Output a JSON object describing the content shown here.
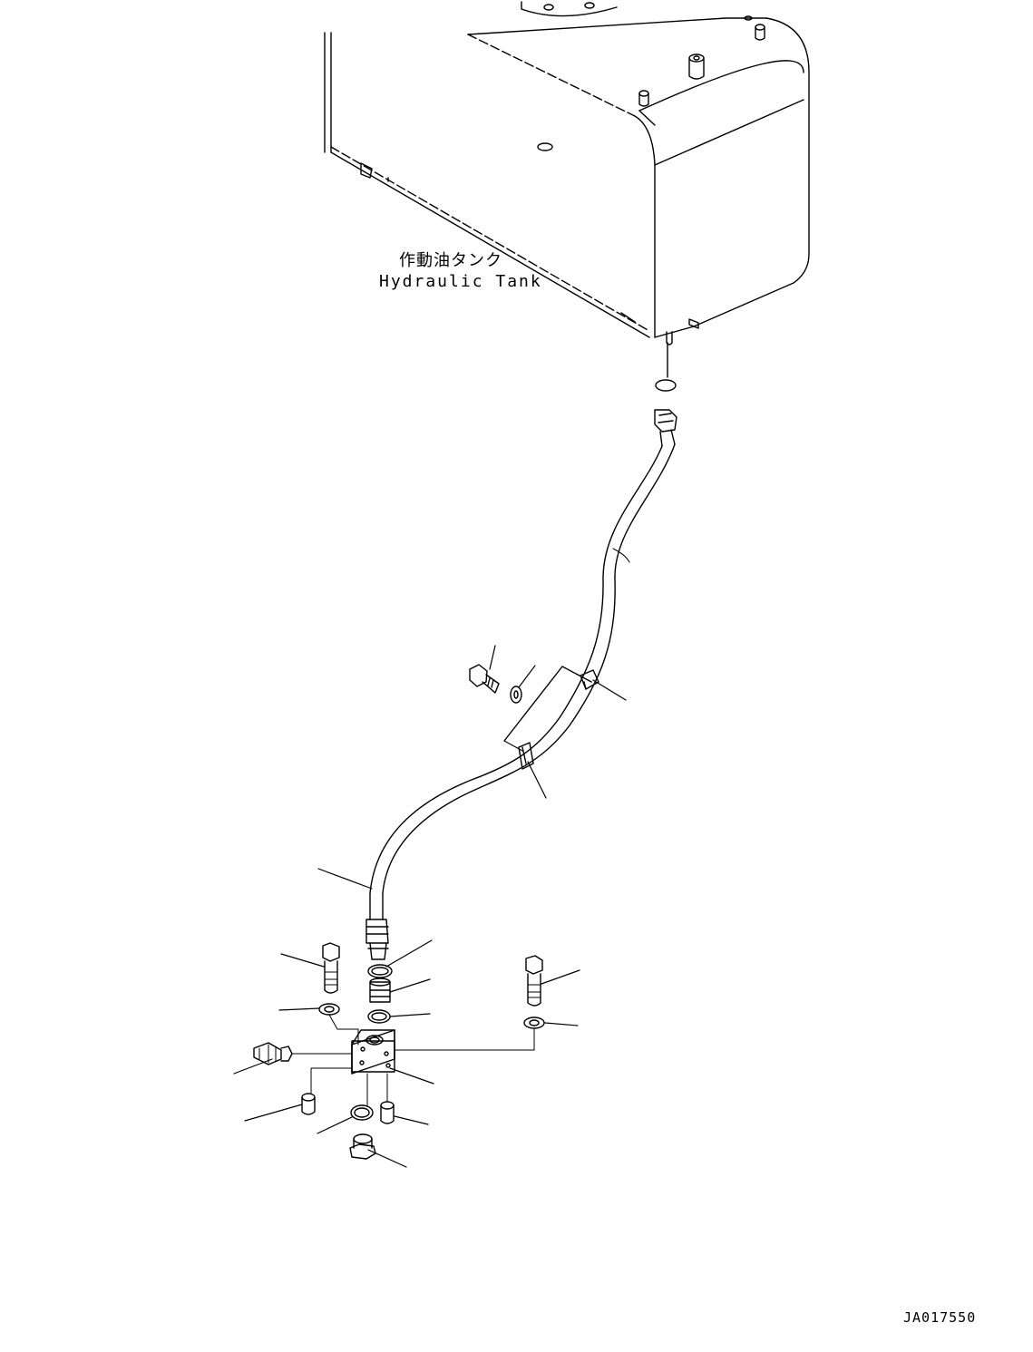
{
  "labels": {
    "tank_jp": "作動油タンク",
    "tank_en": "Hydraulic Tank",
    "drawing_id": "JA017550"
  },
  "colors": {
    "line": "#000000",
    "background": "#ffffff"
  }
}
